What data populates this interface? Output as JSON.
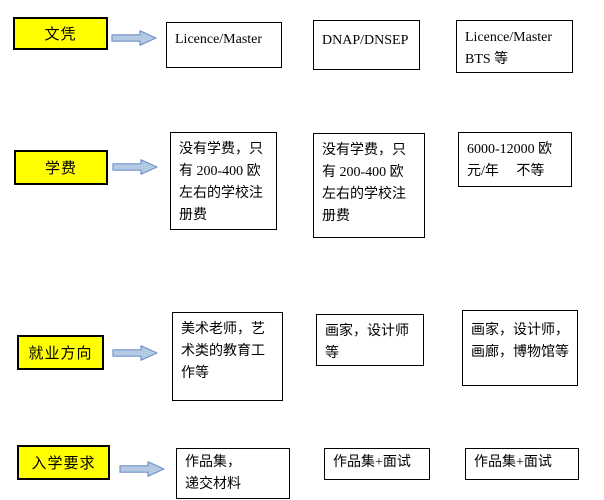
{
  "colors": {
    "background": "#ffffff",
    "label_fill": "#ffff00",
    "label_border": "#000000",
    "box_border": "#000000",
    "arrow_fill": "#b5c9e5",
    "arrow_stroke": "#7094c7",
    "text": "#000000"
  },
  "icons": {
    "arrow": "right-block-arrow"
  },
  "rows": [
    {
      "label": "文凭",
      "boxes": [
        "Licence/Master",
        "DNAP/DNSEP",
        "Licence/Master\nBTS 等"
      ]
    },
    {
      "label": "学费",
      "boxes": [
        "没有学费，只\n有 200-400 欧\n左右的学校注\n册费",
        "没有学费，只\n有 200-400 欧\n左右的学校注\n册费",
        "6000-12000 欧\n元/年　 不等"
      ]
    },
    {
      "label": "就业方向",
      "boxes": [
        "美术老师，艺\n术类的教育工\n作等",
        "画家，设计师\n等",
        "画家，设计师，\n画廊，博物馆等"
      ]
    },
    {
      "label": "入学要求",
      "boxes": [
        "作品集，\n递交材料",
        "作品集+面试",
        "作品集+面试"
      ]
    }
  ]
}
